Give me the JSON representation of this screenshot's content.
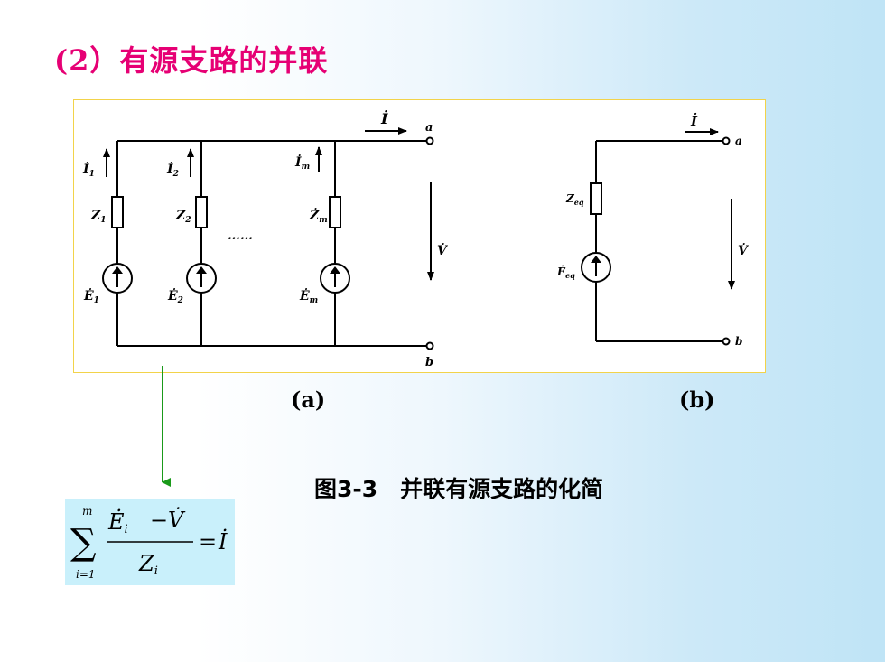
{
  "title": "(2）有源支路的并联",
  "labels": {
    "sub_a": "(a)",
    "sub_b": "(b)",
    "caption": "图3-3　并联有源支路的化简"
  },
  "diagram_a": {
    "current_total": "İ",
    "terminal_a": "a",
    "terminal_b": "b",
    "voltage": "V̇",
    "ellipsis": "……",
    "branches": [
      {
        "current": "İ",
        "current_sub": "1",
        "impedance": "Z",
        "impedance_sub": "1",
        "source": "Ė",
        "source_sub": "1"
      },
      {
        "current": "İ",
        "current_sub": "2",
        "impedance": "Z",
        "impedance_sub": "2",
        "source": "Ė",
        "source_sub": "2"
      },
      {
        "current": "İ",
        "current_sub": "m",
        "impedance": "Ż",
        "impedance_sub": "m",
        "source": "Ė",
        "source_sub": "m"
      }
    ]
  },
  "diagram_b": {
    "current": "İ",
    "terminal_a": "a",
    "terminal_b": "b",
    "voltage": "V̇",
    "impedance": "Z",
    "impedance_sub": "eq",
    "source": "Ė",
    "source_sub": "eq"
  },
  "formula": {
    "sum": "∑",
    "upper": "m",
    "lower": "i=1",
    "num_left": "Ė",
    "num_left_sub": "i",
    "minus": "−",
    "num_right": "V̇",
    "den": "Z",
    "den_sub": "i",
    "equals": "=",
    "result": "İ"
  },
  "colors": {
    "title": "#e60074",
    "box_border": "#f2d34a",
    "arrow_green": "#1a9a1a",
    "formula_bg": "#c9f0fb"
  }
}
